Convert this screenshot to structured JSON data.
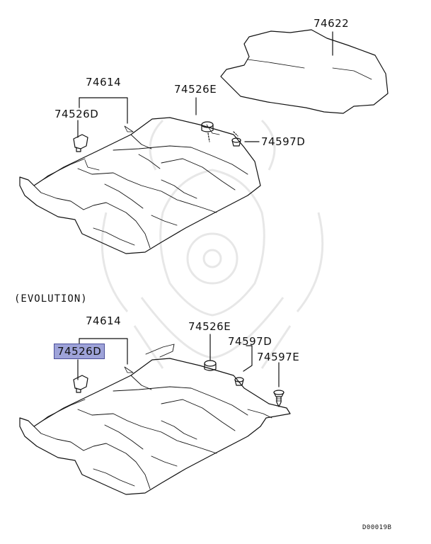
{
  "caption": "(EVOLUTION)",
  "diagram_code": "D00019B",
  "top": {
    "labels": {
      "trunk_mat": "74622",
      "carpet": "74614",
      "clip_left": "74526D",
      "plug": "74526E",
      "fastener": "74597D"
    }
  },
  "bottom": {
    "labels": {
      "carpet": "74614",
      "clip_left": "74526D",
      "plug": "74526E",
      "fastener_d": "74597D",
      "fastener_e": "74597E"
    },
    "highlighted": "74526D",
    "highlight_color": "#9ea3d9"
  },
  "line_color": "#111111",
  "watermark": "samurai-crest-watermark"
}
